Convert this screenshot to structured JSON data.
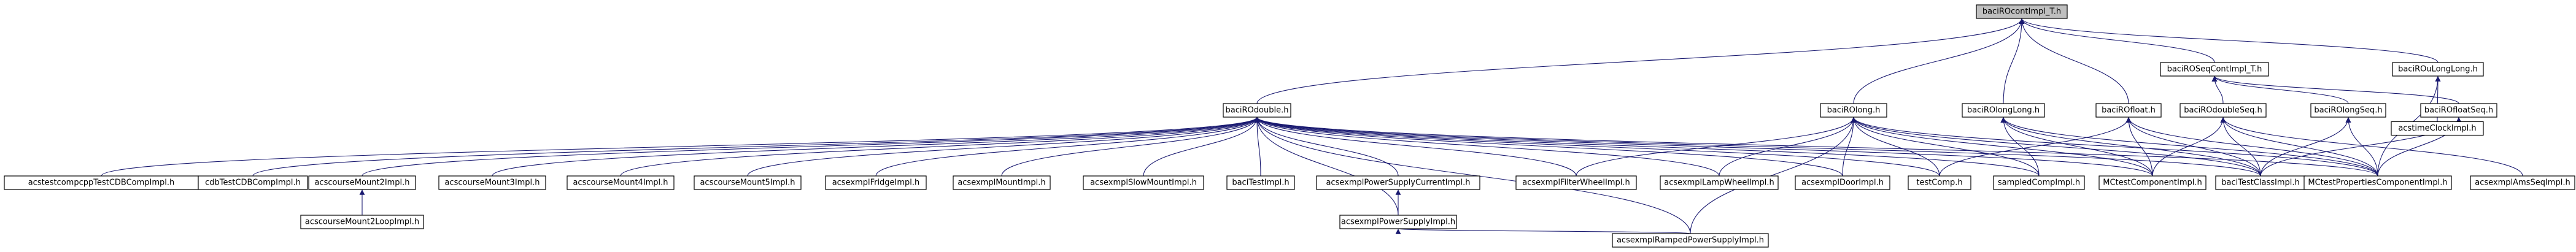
{
  "diagram": {
    "kind": "doxygen-include-dependency-graph",
    "colors": {
      "edge": "#191970",
      "root_fill": "#bfbfbf",
      "node_fill": "#ffffff",
      "border": "#000000"
    },
    "nodes": [
      {
        "id": "contImpl",
        "label": "baciROcontImpl_T.h",
        "root": true
      },
      {
        "id": "seqCont",
        "label": "baciROSeqContImpl_T.h"
      },
      {
        "id": "uLongLong",
        "label": "baciROuLongLong.h"
      },
      {
        "id": "double",
        "label": "baciROdouble.h"
      },
      {
        "id": "long",
        "label": "baciROlong.h"
      },
      {
        "id": "longLong",
        "label": "baciROlongLong.h"
      },
      {
        "id": "float",
        "label": "baciROfloat.h"
      },
      {
        "id": "doubleSeq",
        "label": "baciROdoubleSeq.h"
      },
      {
        "id": "longSeq",
        "label": "baciROlongSeq.h"
      },
      {
        "id": "floatSeq",
        "label": "baciROfloatSeq.h"
      },
      {
        "id": "timeClock",
        "label": "acstimeClockImpl.h"
      },
      {
        "id": "tcpp",
        "label": "acstestcompcppTestCDBCompImpl.h"
      },
      {
        "id": "cdbTest",
        "label": "cdbTestCDBCompImpl.h"
      },
      {
        "id": "mount2",
        "label": "acscourseMount2Impl.h"
      },
      {
        "id": "mount3",
        "label": "acscourseMount3Impl.h"
      },
      {
        "id": "mount4",
        "label": "acscourseMount4Impl.h"
      },
      {
        "id": "mount5",
        "label": "acscourseMount5Impl.h"
      },
      {
        "id": "fridge",
        "label": "acsexmplFridgeImpl.h"
      },
      {
        "id": "exMount",
        "label": "acsexmplMountImpl.h"
      },
      {
        "id": "slowMount",
        "label": "acsexmplSlowMountImpl.h"
      },
      {
        "id": "baciTest",
        "label": "baciTestImpl.h"
      },
      {
        "id": "psCurrent",
        "label": "acsexmplPowerSupplyCurrentImpl.h"
      },
      {
        "id": "filter",
        "label": "acsexmplFilterWheelImpl.h"
      },
      {
        "id": "lamp",
        "label": "acsexmplLampWheelImpl.h"
      },
      {
        "id": "door",
        "label": "acsexmplDoorImpl.h"
      },
      {
        "id": "testComp",
        "label": "testComp.h"
      },
      {
        "id": "sampled",
        "label": "sampledCompImpl.h"
      },
      {
        "id": "mcComp",
        "label": "MCtestComponentImpl.h"
      },
      {
        "id": "baciClass",
        "label": "baciTestClassImpl.h"
      },
      {
        "id": "mcProps",
        "label": "MCtestPropertiesComponentImpl.h"
      },
      {
        "id": "amsSeq",
        "label": "acsexmplAmsSeqImpl.h"
      },
      {
        "id": "mount2Loop",
        "label": "acscourseMount2LoopImpl.h"
      },
      {
        "id": "ps",
        "label": "acsexmplPowerSupplyImpl.h"
      },
      {
        "id": "rampedPs",
        "label": "acsexmplRampedPowerSupplyImpl.h"
      }
    ],
    "edges": [
      [
        "seqCont",
        "contImpl"
      ],
      [
        "uLongLong",
        "contImpl"
      ],
      [
        "double",
        "contImpl"
      ],
      [
        "long",
        "contImpl"
      ],
      [
        "longLong",
        "contImpl"
      ],
      [
        "float",
        "contImpl"
      ],
      [
        "doubleSeq",
        "seqCont"
      ],
      [
        "longSeq",
        "seqCont"
      ],
      [
        "floatSeq",
        "seqCont"
      ],
      [
        "timeClock",
        "uLongLong"
      ],
      [
        "mcProps",
        "uLongLong"
      ],
      [
        "tcpp",
        "double"
      ],
      [
        "cdbTest",
        "double"
      ],
      [
        "mount2",
        "double"
      ],
      [
        "mount3",
        "double"
      ],
      [
        "mount4",
        "double"
      ],
      [
        "mount5",
        "double"
      ],
      [
        "fridge",
        "double"
      ],
      [
        "exMount",
        "double"
      ],
      [
        "slowMount",
        "double"
      ],
      [
        "baciTest",
        "double"
      ],
      [
        "psCurrent",
        "double"
      ],
      [
        "filter",
        "double"
      ],
      [
        "lamp",
        "double"
      ],
      [
        "door",
        "double"
      ],
      [
        "testComp",
        "double"
      ],
      [
        "sampled",
        "double"
      ],
      [
        "mcComp",
        "double"
      ],
      [
        "baciClass",
        "double"
      ],
      [
        "mcProps",
        "double"
      ],
      [
        "ps",
        "double"
      ],
      [
        "rampedPs",
        "double"
      ],
      [
        "filter",
        "long"
      ],
      [
        "lamp",
        "long"
      ],
      [
        "door",
        "long"
      ],
      [
        "testComp",
        "long"
      ],
      [
        "sampled",
        "long"
      ],
      [
        "mcComp",
        "long"
      ],
      [
        "baciClass",
        "long"
      ],
      [
        "mcProps",
        "long"
      ],
      [
        "rampedPs",
        "long"
      ],
      [
        "sampled",
        "longLong"
      ],
      [
        "mcComp",
        "longLong"
      ],
      [
        "baciClass",
        "longLong"
      ],
      [
        "mcProps",
        "longLong"
      ],
      [
        "testComp",
        "float"
      ],
      [
        "mcComp",
        "float"
      ],
      [
        "baciClass",
        "float"
      ],
      [
        "mcProps",
        "float"
      ],
      [
        "mcComp",
        "doubleSeq"
      ],
      [
        "baciClass",
        "doubleSeq"
      ],
      [
        "mcProps",
        "doubleSeq"
      ],
      [
        "amsSeq",
        "doubleSeq"
      ],
      [
        "baciClass",
        "longSeq"
      ],
      [
        "mcProps",
        "longSeq"
      ],
      [
        "baciClass",
        "floatSeq"
      ],
      [
        "mcProps",
        "floatSeq"
      ],
      [
        "mount2Loop",
        "mount2"
      ],
      [
        "ps",
        "psCurrent"
      ],
      [
        "rampedPs",
        "ps"
      ]
    ]
  }
}
